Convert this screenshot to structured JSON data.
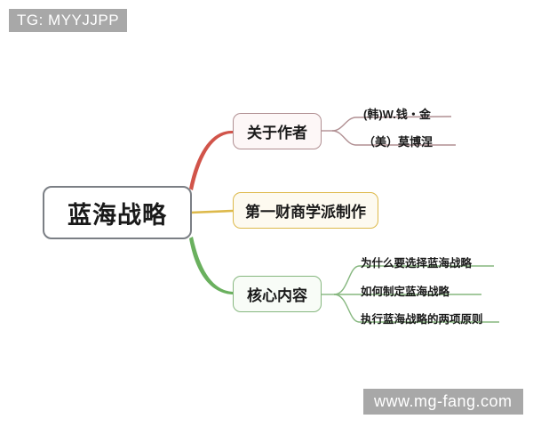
{
  "watermarks": {
    "top": "TG: MYYJJPP",
    "bottom": "www.mg-fang.com"
  },
  "mindmap": {
    "root": {
      "label": "蓝海战略",
      "color": "#7b7f85"
    },
    "branches": [
      {
        "label": "关于作者",
        "color": "#b08f92",
        "link_color": "#d1544a",
        "children": [
          {
            "label": "(韩)W.钱・金"
          },
          {
            "label": "（美）莫博涅"
          }
        ]
      },
      {
        "label": "第一财商学派制作",
        "color": "#ddb94a",
        "link_color": "#ddb94a",
        "children": []
      },
      {
        "label": "核心内容",
        "color": "#86b77f",
        "link_color": "#6ab05e",
        "children": [
          {
            "label": "为什么要选择蓝海战略"
          },
          {
            "label": "如何制定蓝海战略"
          },
          {
            "label": "执行蓝海战略的两项原则"
          }
        ]
      }
    ]
  }
}
